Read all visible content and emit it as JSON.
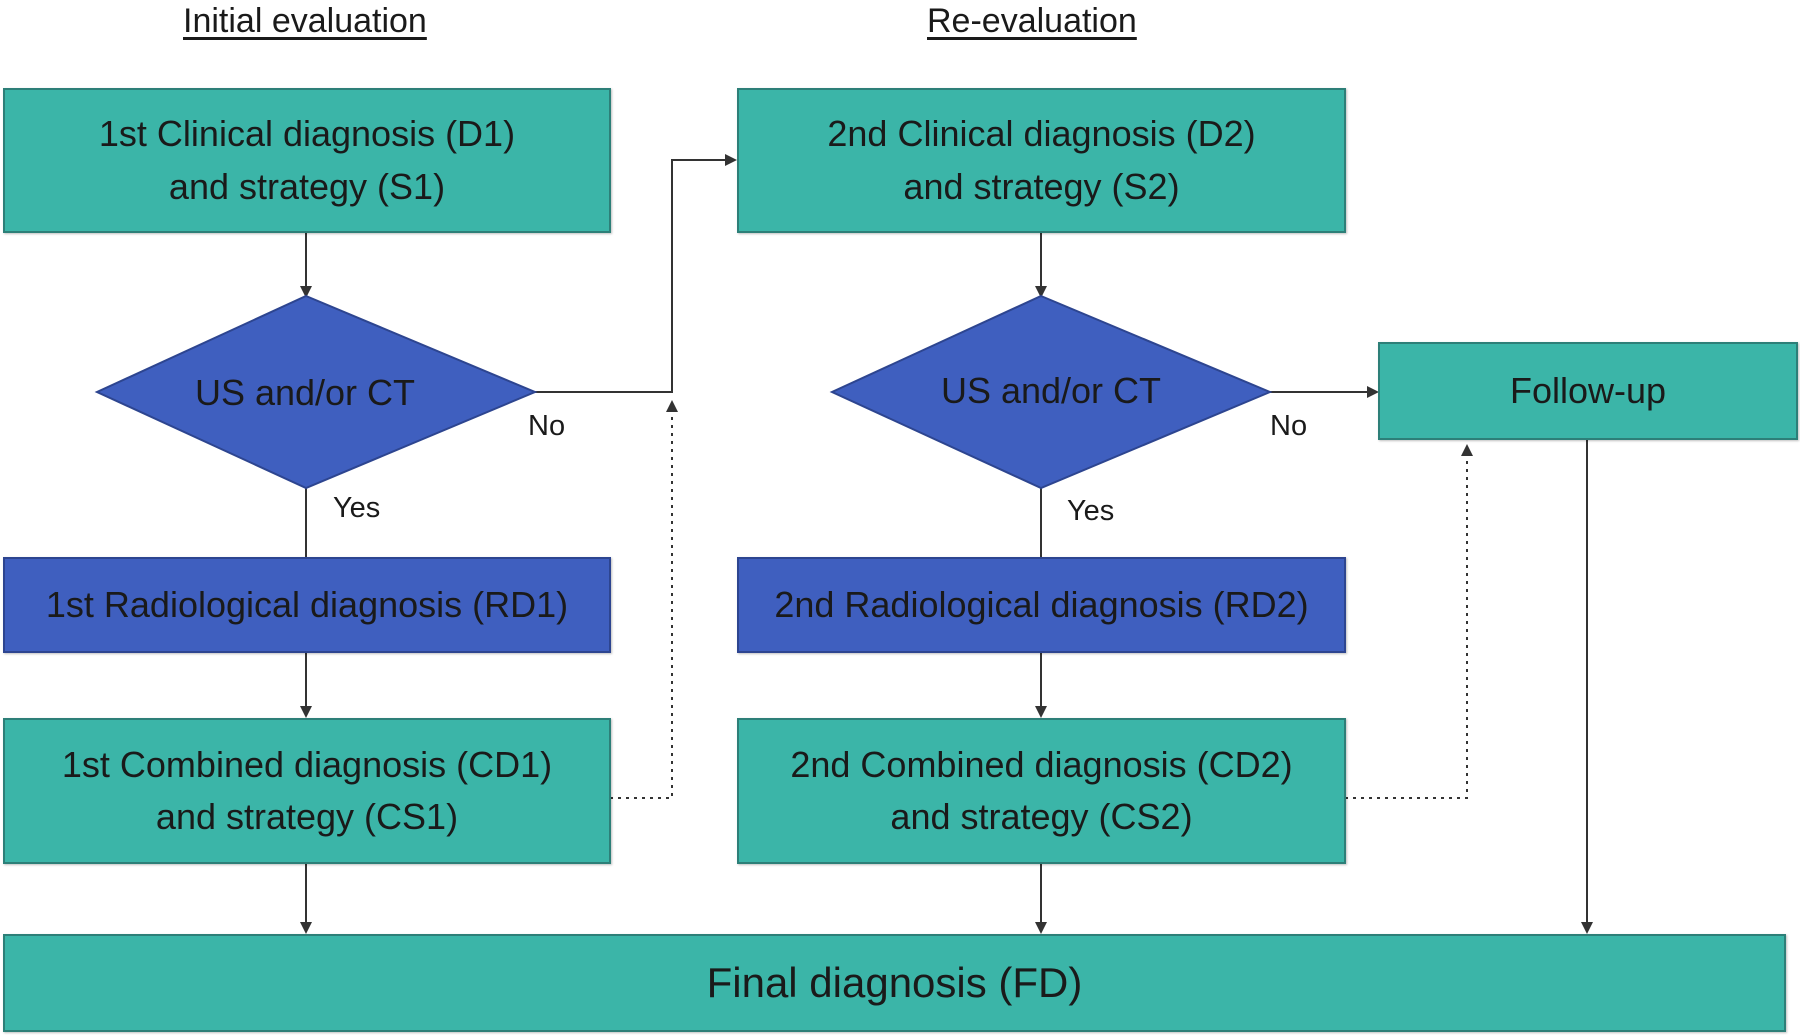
{
  "headings": {
    "initial": "Initial evaluation",
    "reevaluation": "Re-evaluation"
  },
  "nodes": {
    "d1_line1": "1st Clinical diagnosis (D1)",
    "d1_line2": "and strategy (S1)",
    "decision1": "US and/or CT",
    "rd1": "1st Radiological diagnosis (RD1)",
    "cd1_line1": "1st Combined diagnosis (CD1)",
    "cd1_line2": "and strategy (CS1)",
    "d2_line1": "2nd Clinical diagnosis (D2)",
    "d2_line2": "and strategy (S2)",
    "decision2": "US and/or CT",
    "rd2": "2nd Radiological diagnosis (RD2)",
    "cd2_line1": "2nd Combined diagnosis (CD2)",
    "cd2_line2": "and strategy (CS2)",
    "followup": "Follow-up",
    "final": "Final diagnosis (FD)"
  },
  "edge_labels": {
    "no1": "No",
    "yes1": "Yes",
    "no2": "No",
    "yes2": "Yes"
  },
  "colors": {
    "teal": "#3bb5a8",
    "blue": "#3f5fbf",
    "line": "#333333"
  }
}
